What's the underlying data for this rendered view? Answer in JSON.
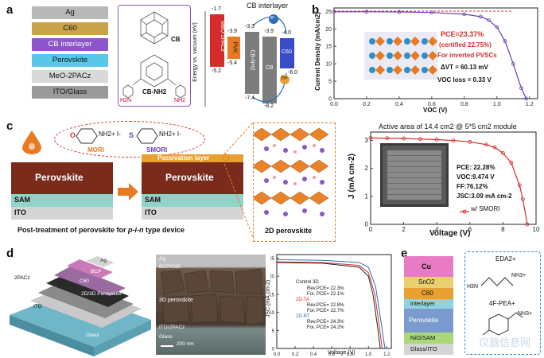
{
  "panel_a": {
    "letter": "a",
    "layers": [
      "Ag",
      "C60",
      "CB interlayer",
      "Perovskite",
      "MeO-2PACz",
      "ITO/Glass"
    ],
    "mol_cb": "CB",
    "mol_cb_nh2": "CB-NH2",
    "nh2": "H2N",
    "nh2_right": "NH2",
    "energy_title": "CB interlayer",
    "energy_ylabel": "Energy vs. vacuum (eV)",
    "bars": [
      {
        "label": "MeO-2PACz",
        "top": "-1.7",
        "bottom": "-5.2"
      },
      {
        "label": "PVK",
        "top": "-3.9",
        "bottom": "-5.4"
      },
      {
        "label": "CB-NH2",
        "top": "-3.3",
        "bottom": "-7.4"
      },
      {
        "label": "CB",
        "top": "-3.9",
        "bottom": "-8.2"
      },
      {
        "label": "C60",
        "top": "-4.0",
        "bottom": "-6.0"
      }
    ],
    "electron": "e-",
    "hole": "h+"
  },
  "panel_b": {
    "letter": "b",
    "ylabel": "Current Density (mA/cm2)",
    "xlabel": "VOC (V)",
    "pce": "PCE=23.37%",
    "certified": "(certified 22.75%)",
    "inverted": "For inverted PVSCs",
    "delta_v": "ΔVT = 60.13 mV",
    "voc_loss": "VOC loss = 0.33 V",
    "xticks": [
      "0.0",
      "0.2",
      "0.4",
      "0.6",
      "0.8",
      "1.0",
      "1.2"
    ],
    "yticks": [
      "0",
      "5",
      "10",
      "15",
      "20",
      "25"
    ]
  },
  "panel_c": {
    "letter": "c",
    "mori": "MORI",
    "smori": "SMORI",
    "nh2_plus": "NH2+ I-",
    "o_atom": "O",
    "s_atom": "S",
    "perovskite": "Perovskite",
    "sam": "SAM",
    "ito": "ITO",
    "passivation": "Passivation layer",
    "caption_prefix": "Post-treatment of perovskite for ",
    "caption_italic": "p-i-n",
    "caption_suffix": " type device",
    "perovskite_2d": "2D perovskite",
    "module_title": "Active area of 14.4 cm2 @ 5*5 cm2 module",
    "ylabel": "J (mA cm-2)",
    "xlabel": "Voltage (V)",
    "pce": "PCE: 22.28%",
    "voc": "VOC:9.474 V",
    "ff": "FF:76.12%",
    "jsc": "JSC:3.09 mA cm-2",
    "legend": "w/ SMORI",
    "xticks": [
      "0",
      "2",
      "4",
      "6",
      "8",
      "10"
    ],
    "yticks": [
      "0",
      "1",
      "2",
      "3"
    ]
  },
  "panel_d": {
    "letter": "d",
    "layers3d": [
      "Ag",
      "BCP",
      "C60",
      "2D/3D Perovskite",
      "2PACz",
      "ITO",
      "Glass"
    ],
    "sem_labels": [
      "Ag",
      "BCP/C60",
      "3D perovskite",
      "ITO/2PACz",
      "Glass"
    ],
    "scale": "200 nm",
    "legend_title_3d": "Control 3D",
    "legend": [
      "Rev.PCE= 22.3%",
      "For. PCE= 22.1%",
      "2D-TA",
      "Rev.PCE= 22.8%",
      "For. PCE= 22.7%",
      "2D-RT",
      "Rev.PCE= 24.3%",
      "For. PCE= 24.2%"
    ],
    "ylabel": "JSC (mA cm-2)",
    "xlabel": "Voltage (V)",
    "xticks": [
      "0.0",
      "0.2",
      "0.4",
      "0.6",
      "0.8",
      "1.0",
      "1.2"
    ],
    "yticks": [
      "0",
      "5",
      "10",
      "15",
      "20",
      "25"
    ]
  },
  "panel_e": {
    "letter": "e",
    "layers": [
      "Cu",
      "SnO2",
      "C60",
      "interlayer",
      "Perovskite",
      "NiO/SAM",
      "Glass/ITO"
    ],
    "eda": "EDA2+",
    "fpea": "4F-PEA+",
    "nh3": "NH3+",
    "h3n": "H3N"
  },
  "watermark": "仪器信息网",
  "colors": {
    "accent_red": "#d62b2b",
    "purple_curve": "#6a3fb5",
    "perovskite_brown": "#7a2b1c",
    "sam_teal": "#8fd3c9",
    "orange_dash": "#e87b22"
  },
  "chart_data": [
    {
      "id": "b-jv",
      "type": "line",
      "title": "",
      "xlabel": "VOC (V)",
      "ylabel": "Current Density (mA/cm2)",
      "xlim": [
        0,
        1.25
      ],
      "ylim": [
        0,
        26
      ],
      "series": [
        {
          "x": [
            0,
            0.2,
            0.4,
            0.6,
            0.8,
            0.9,
            0.95,
            1.0,
            1.05,
            1.1,
            1.15,
            1.18
          ],
          "y": [
            24.9,
            24.9,
            24.85,
            24.7,
            24.2,
            23.5,
            22.5,
            20.5,
            16.5,
            10,
            3,
            0
          ]
        }
      ]
    },
    {
      "id": "c-module",
      "type": "line",
      "title": "Active area of 14.4 cm2 @ 5*5 cm2 module",
      "xlabel": "Voltage (V)",
      "ylabel": "J (mA cm-2)",
      "xlim": [
        0,
        10
      ],
      "ylim": [
        0,
        3.3
      ],
      "series": [
        {
          "name": "w/ SMORI",
          "x": [
            0,
            1,
            2,
            3,
            4,
            5,
            6,
            7,
            7.5,
            8,
            8.5,
            9,
            9.2,
            9.47
          ],
          "y": [
            3.09,
            3.08,
            3.07,
            3.05,
            3.03,
            3.0,
            2.95,
            2.85,
            2.75,
            2.55,
            2.2,
            1.4,
            0.9,
            0
          ]
        }
      ]
    },
    {
      "id": "d-jv",
      "type": "line",
      "title": "",
      "xlabel": "Voltage (V)",
      "ylabel": "JSC (mA cm-2)",
      "xlim": [
        0,
        1.25
      ],
      "ylim": [
        0,
        26
      ],
      "series": [
        {
          "name": "Control 3D",
          "x": [
            0,
            0.5,
            0.9,
            1.0,
            1.05,
            1.1,
            1.13
          ],
          "y": [
            23.8,
            23.6,
            22.5,
            20,
            15,
            6,
            0
          ]
        },
        {
          "name": "2D-TA",
          "x": [
            0,
            0.5,
            0.9,
            1.0,
            1.07,
            1.12,
            1.15
          ],
          "y": [
            24.0,
            23.8,
            23.0,
            21,
            15,
            6,
            0
          ]
        },
        {
          "name": "2D-RT",
          "x": [
            0,
            0.5,
            0.9,
            1.0,
            1.08,
            1.14,
            1.18
          ],
          "y": [
            24.6,
            24.4,
            23.8,
            22.5,
            17,
            7,
            0
          ]
        }
      ]
    }
  ]
}
